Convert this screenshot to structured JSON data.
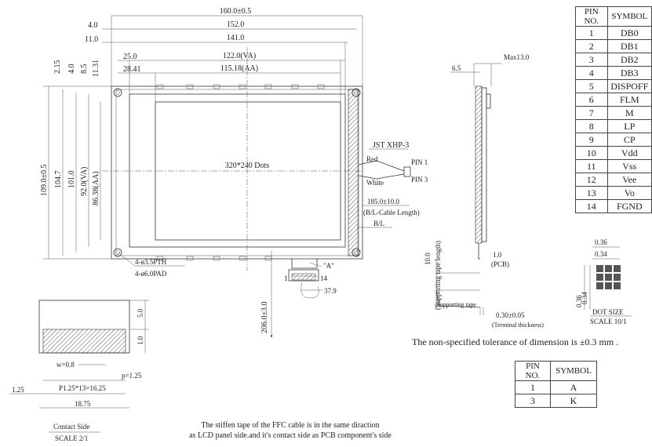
{
  "dims_top": {
    "d160": "160.0±0.5",
    "d152": "152.0",
    "d141": "141.0",
    "d122": "122.0(VA)",
    "d115": "115.18(AA)",
    "d4": "4.0",
    "d11": "11.0",
    "d25": "25.0",
    "d2841": "28.41"
  },
  "dims_left": {
    "d109": "109.0±0.5",
    "d1047": "104.7",
    "d101": "101.0",
    "d92": "92.0(VA)",
    "d8638": "86.38(AA)",
    "d215": "2.15",
    "d40": "4.0",
    "d85": "8.5",
    "d1131": "11.31"
  },
  "panel": {
    "dots": "320*240 Dots",
    "a_marker": "\"A\"",
    "pin1": "1",
    "pin14": "14",
    "hole_pth": "4-ø3.5PTH",
    "hole_pad": "4-ø6.0PAD",
    "d206": "206.0±3.0",
    "d379": "37.9"
  },
  "cable": {
    "connector": "JST XHP-3",
    "red": "Red",
    "white": "White",
    "pin1": "PIN 1",
    "pin3": "PIN 3",
    "length": "185.0±10.0",
    "length_label": "(B/L-Cable Length)",
    "bl": "B/L"
  },
  "side": {
    "max13": "Max13.0",
    "d65": "6.5",
    "d10": "10.0",
    "tape_len": "(Supporting tape length)",
    "pcb": "1.0",
    "pcb_label": "(PCB)",
    "tape": "Supporting tape",
    "terminal": "0.30±0.05",
    "terminal_label": "(Terminal thickness)"
  },
  "dot": {
    "w1": "0.36",
    "w2": "0.34",
    "h1": "0.36",
    "h2": "0.34",
    "title": "DOT SIZE",
    "scale": "SCALE 10/1"
  },
  "contact": {
    "d50": "5.0",
    "d10": "1.0",
    "w": "w=0.8",
    "p": "p=1.25",
    "pitch": "P1.25*13=16.25",
    "d125": "1.25",
    "d1875": "18.75",
    "title": "Contact Side",
    "scale": "SCALE 2/1"
  },
  "tolerance_note": "The non-specified tolerance of dimension is ±0.3 mm .",
  "bottom_note_1": "The stiffen tape of the FFC cable is in the same diraction",
  "bottom_note_2": "as LCD panel side.and it's contact side as PCB component's side",
  "pin_table": {
    "headers": [
      "PIN NO.",
      "SYMBOL"
    ],
    "rows": [
      [
        "1",
        "DB0"
      ],
      [
        "2",
        "DB1"
      ],
      [
        "3",
        "DB2"
      ],
      [
        "4",
        "DB3"
      ],
      [
        "5",
        "DISPOFF"
      ],
      [
        "6",
        "FLM"
      ],
      [
        "7",
        "M"
      ],
      [
        "8",
        "LP"
      ],
      [
        "9",
        "CP"
      ],
      [
        "10",
        "Vdd"
      ],
      [
        "11",
        "Vss"
      ],
      [
        "12",
        "Vee"
      ],
      [
        "13",
        "Vo"
      ],
      [
        "14",
        "FGND"
      ]
    ]
  },
  "bl_table": {
    "headers": [
      "PIN NO.",
      "SYMBOL"
    ],
    "rows": [
      [
        "1",
        "A"
      ],
      [
        "3",
        "K"
      ]
    ]
  }
}
